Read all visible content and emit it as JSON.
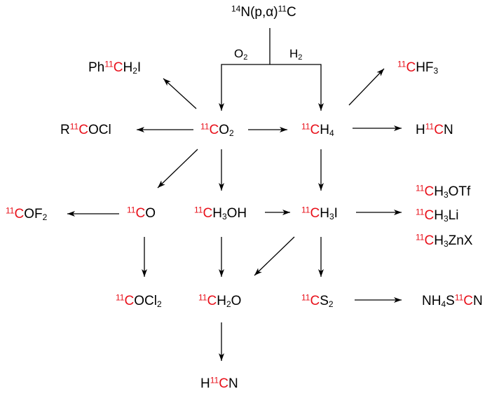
{
  "colors": {
    "labeled_carbon": "#e8101a",
    "text": "#000000",
    "arrows": "#000000"
  },
  "nodes": {
    "source": {
      "pre": "",
      "mass": "14",
      "main": "N(p,α)",
      "mass2": "11",
      "main2": "C"
    },
    "cond_o2": {
      "text": "O",
      "sub": "2"
    },
    "cond_h2": {
      "text": "H",
      "sub": "2"
    },
    "ph_ch2i": {
      "pre": "Ph",
      "mass": "11",
      "c": "C",
      "rest": "H",
      "sub": "2",
      "rest2": "I"
    },
    "chf3": {
      "mass": "11",
      "c": "C",
      "rest": "HF",
      "sub": "3"
    },
    "rcocl": {
      "pre": "R",
      "mass": "11",
      "c": "C",
      "rest": "OCl"
    },
    "co2": {
      "mass": "11",
      "c": "C",
      "rest": "O",
      "sub": "2"
    },
    "ch4": {
      "mass": "11",
      "c": "C",
      "rest": "H",
      "sub": "4"
    },
    "hcn_top": {
      "pre": "H",
      "mass": "11",
      "c": "C",
      "rest": "N"
    },
    "ch3otf": {
      "mass": "11",
      "c": "C",
      "rest": "H",
      "sub": "3",
      "rest2": "OTf"
    },
    "cof2": {
      "mass": "11",
      "c": "C",
      "rest": "OF",
      "sub": "2"
    },
    "co": {
      "mass": "11",
      "c": "C",
      "rest": "O"
    },
    "ch3oh": {
      "mass": "11",
      "c": "C",
      "rest": "H",
      "sub": "3",
      "rest2": "OH"
    },
    "ch3i": {
      "mass": "11",
      "c": "C",
      "rest": "H",
      "sub": "3",
      "rest2": "I"
    },
    "ch3li": {
      "mass": "11",
      "c": "C",
      "rest": "H",
      "sub": "3",
      "rest2": "Li"
    },
    "ch3znx": {
      "mass": "11",
      "c": "C",
      "rest": "H",
      "sub": "3",
      "rest2": "ZnX"
    },
    "cocl2": {
      "mass": "11",
      "c": "C",
      "rest": "OCl",
      "sub": "2"
    },
    "ch2o": {
      "mass": "11",
      "c": "C",
      "rest": "H",
      "sub": "2",
      "rest2": "O"
    },
    "cs2": {
      "mass": "11",
      "c": "C",
      "rest": "S",
      "sub": "2"
    },
    "nh4scn": {
      "pre": "NH",
      "presub": "4",
      "pre2": "S",
      "mass": "11",
      "c": "C",
      "rest": "N"
    },
    "hcn_bot": {
      "pre": "H",
      "mass": "11",
      "c": "C",
      "rest": "N"
    }
  }
}
